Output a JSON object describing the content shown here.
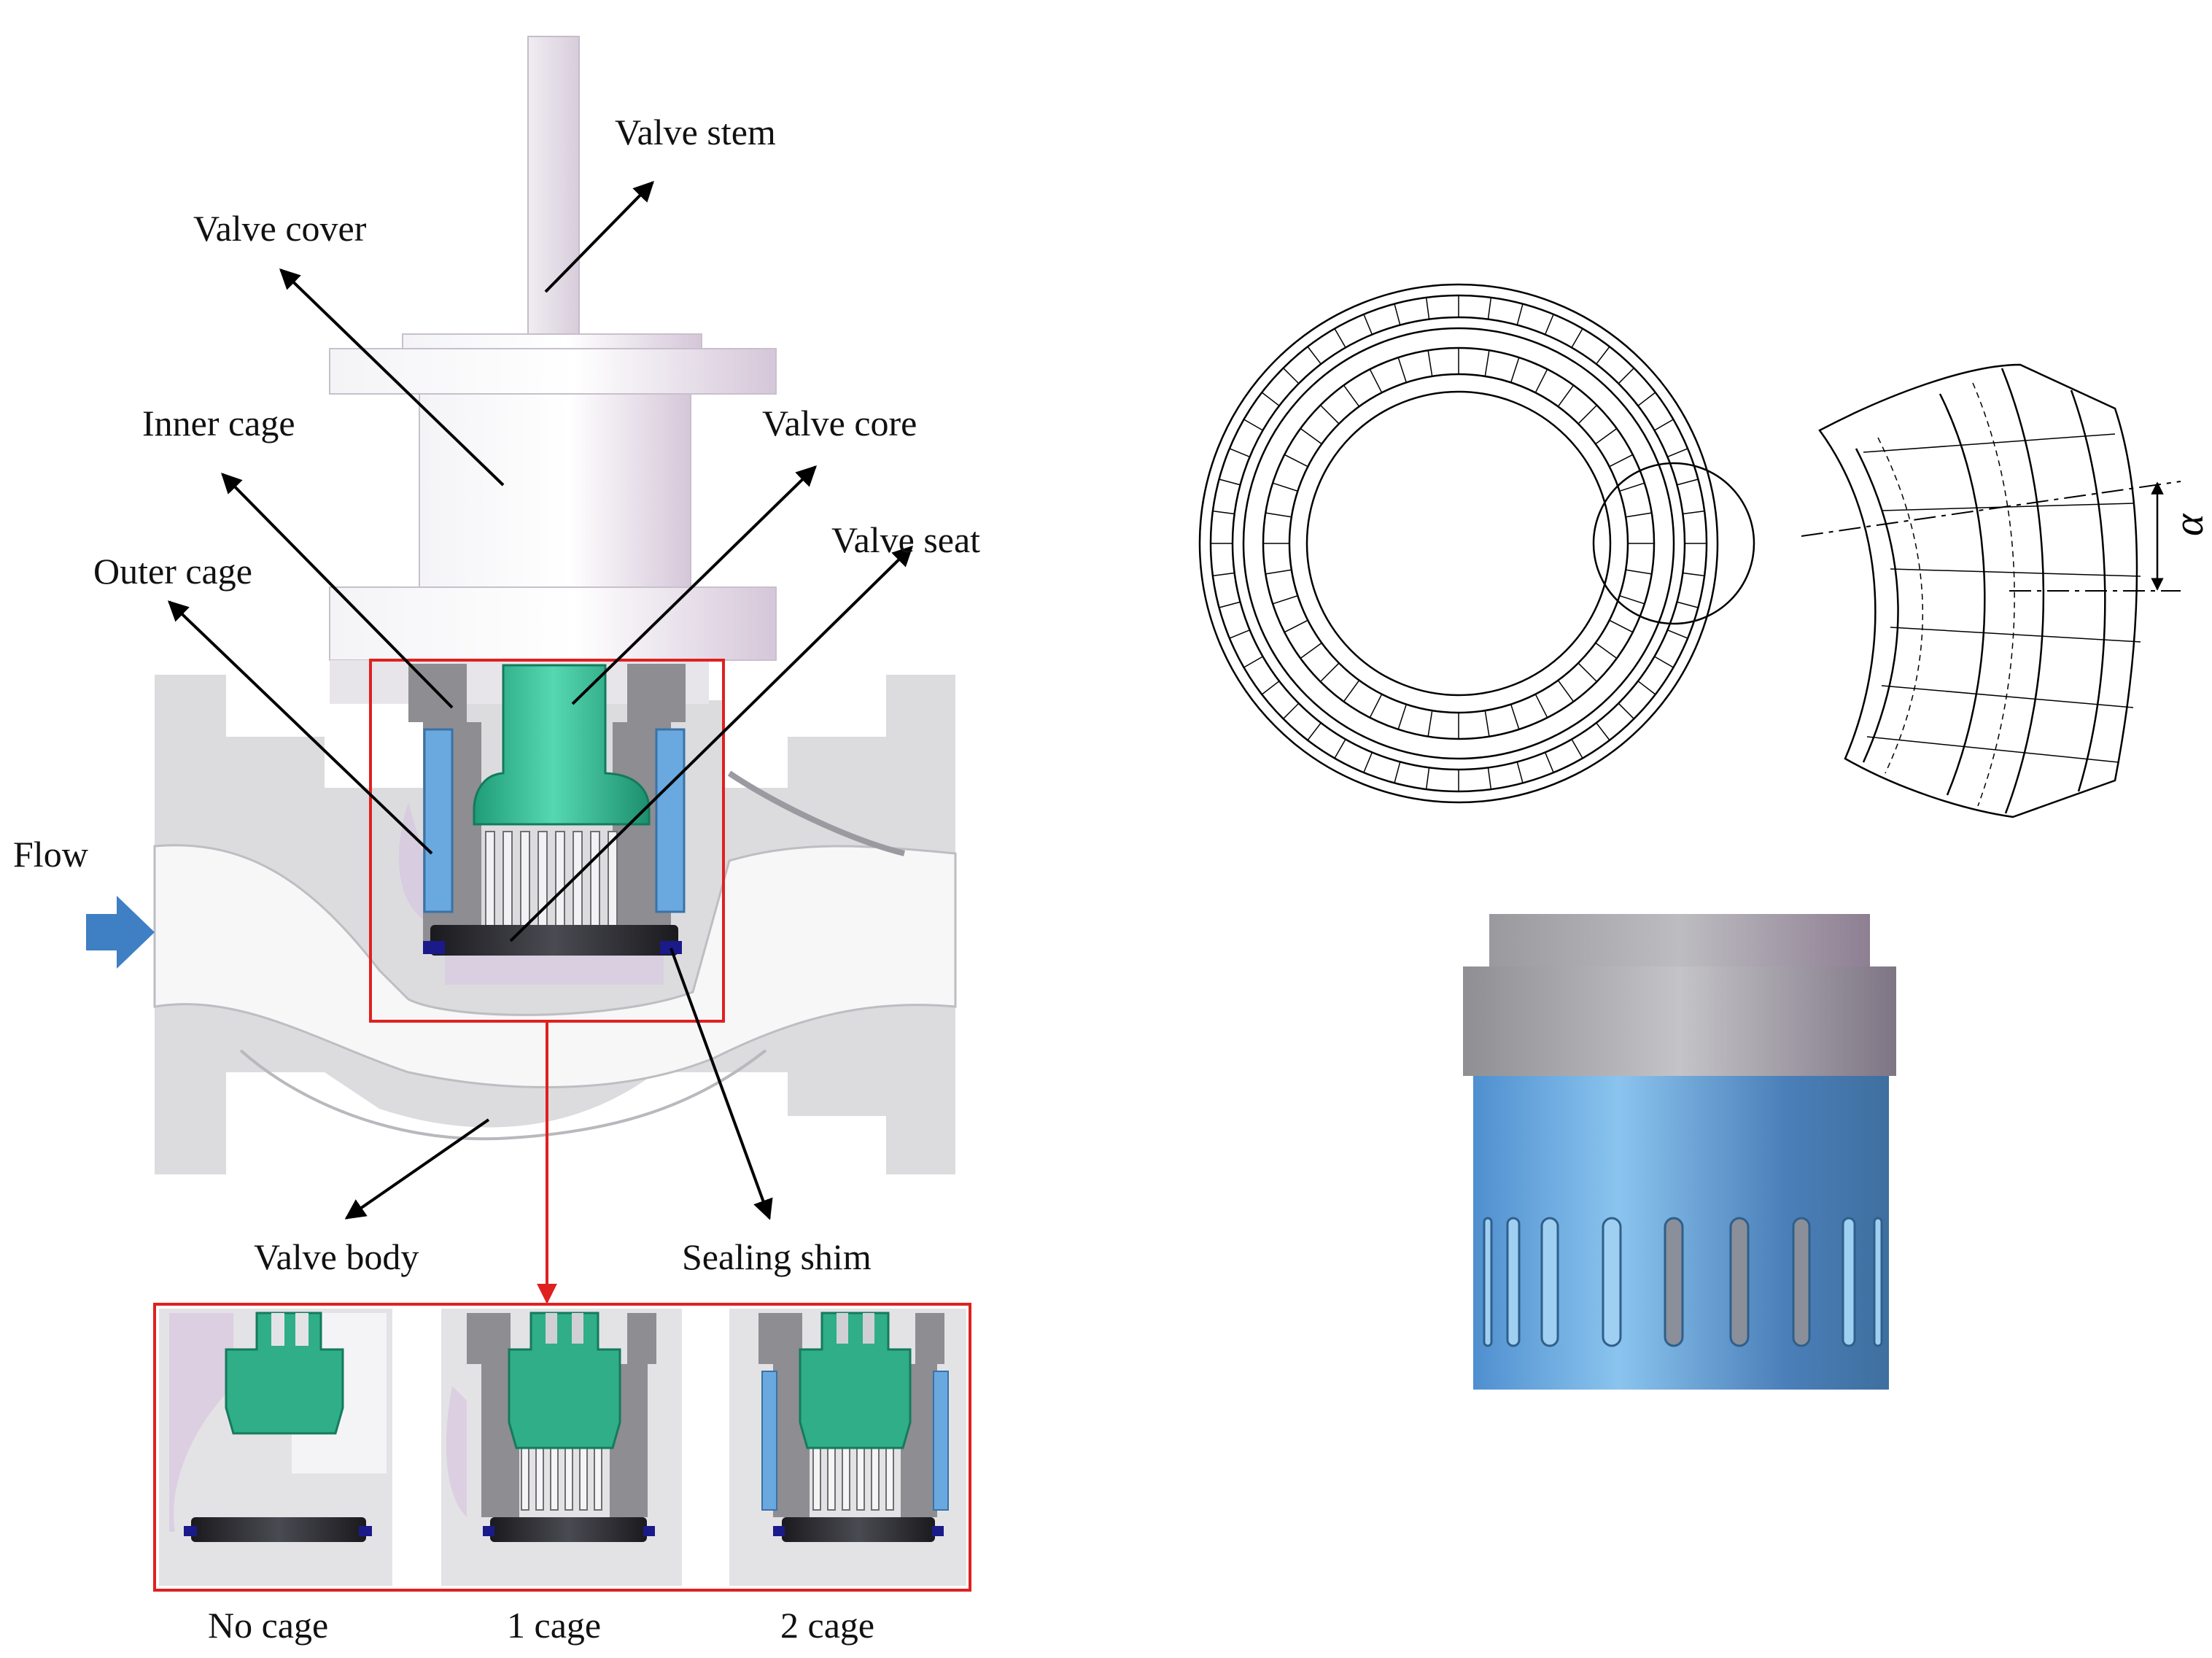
{
  "labels": {
    "valve_stem": "Valve stem",
    "valve_cover": "Valve cover",
    "inner_cage": "Inner cage",
    "valve_core": "Valve core",
    "valve_seat": "Valve seat",
    "outer_cage": "Outer cage",
    "flow": "Flow",
    "valve_body": "Valve body",
    "sealing_shim": "Sealing shim"
  },
  "variants": [
    "No cage",
    "1 cage",
    "2 cage"
  ],
  "dimension_symbol": "α",
  "colors": {
    "body_gray": "#d9d9dc",
    "cover_light": "#eceaf0",
    "lavender": "#d7cbdb",
    "core_green": "#2fb38f",
    "cage_blue": "#5b9fd6",
    "dark_seat": "#2a2a30",
    "shim_navy": "#1a1a8a",
    "flow_arrow": "#3f7fc4",
    "highlight_red": "#e02020"
  },
  "icons": [
    "flow-arrow-icon"
  ]
}
